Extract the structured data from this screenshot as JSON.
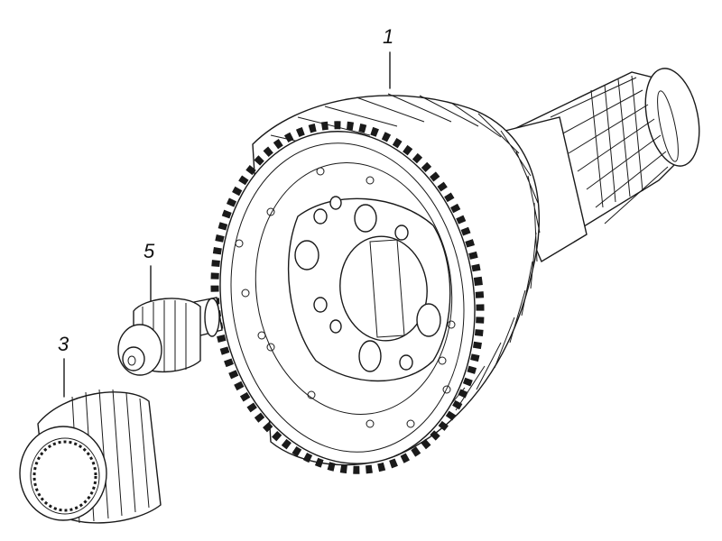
{
  "callouts": {
    "part_1": "1",
    "part_5": "5",
    "part_3": "3"
  }
}
